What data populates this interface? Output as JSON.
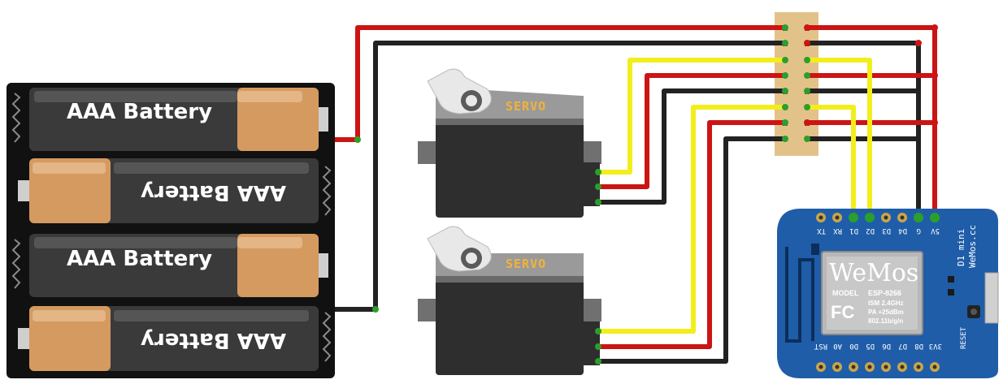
{
  "battery_pack": {
    "cells": [
      {
        "label": "AAA Battery",
        "orientation": "normal"
      },
      {
        "label": "AAA Battery",
        "orientation": "flipped"
      },
      {
        "label": "AAA Battery",
        "orientation": "normal"
      },
      {
        "label": "AAA Battery",
        "orientation": "flipped"
      }
    ]
  },
  "servos": [
    {
      "label": "SERVO"
    },
    {
      "label": "SERVO"
    }
  ],
  "board": {
    "title": "D1 mini",
    "brand": "WeMos.cc",
    "top_pins": [
      "TX",
      "RX",
      "D1",
      "D2",
      "D3",
      "D4",
      "G",
      "5V"
    ],
    "bottom_pins": [
      "RST",
      "A0",
      "D0",
      "D5",
      "D6",
      "D7",
      "D8",
      "3V3"
    ],
    "reset_label": "RESET",
    "chip": {
      "logo": "WeMos",
      "model_label": "MODEL",
      "model_value": "ESP-8266",
      "fc_mark": "FC",
      "specs": [
        "ISM 2.4GHz",
        "PA +25dBm",
        "802.11b/g/n"
      ]
    }
  },
  "wire_colors": {
    "red": "#cc1414",
    "black": "#222222",
    "yellow": "#f2ee1c"
  },
  "colors": {
    "board_blue": "#1f5da8",
    "breadboard": "#e3c28a",
    "battery_body": "#3a3a3a",
    "battery_copper": "#d49a60"
  }
}
